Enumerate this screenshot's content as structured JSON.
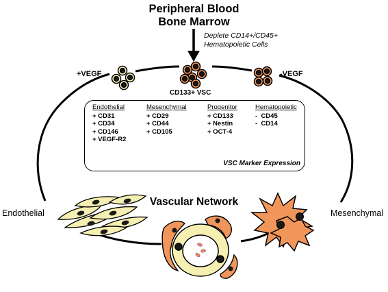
{
  "source": {
    "line1": "Peripheral Blood",
    "line2": "Bone Marrow"
  },
  "depletion_note": {
    "line1": "Deplete CD14+/CD45+",
    "line2": "Hematopoietic Cells"
  },
  "conditions": {
    "plus_vegf": "+VEGF",
    "minus_vegf": "-VEGF"
  },
  "center_cell_label": "CD133+ VSC",
  "marker_panel": {
    "title": "VSC Marker Expression",
    "columns": [
      {
        "heading": "Endothelial",
        "items": [
          "+ CD31",
          "+ CD34",
          "+ CD146",
          "+ VEGF-R2"
        ]
      },
      {
        "heading": "Mesenchymal",
        "items": [
          "+ CD29",
          "+ CD44",
          "+ CD105"
        ]
      },
      {
        "heading": "Progenitor",
        "items": [
          "+ CD133",
          "+ Nestin",
          "+ OCT-4"
        ]
      },
      {
        "heading": "Hematopoietic",
        "items": [
          "-  CD45",
          "-  CD14"
        ]
      }
    ]
  },
  "outcomes": {
    "left": "Endothelial",
    "right": "Mesenchymal",
    "center": "Vascular Network"
  },
  "colors": {
    "endothelial_fill": "#f6efb2",
    "mesenchymal_fill": "#f0965a",
    "nucleus": "#1a1a1a",
    "outline": "#000000",
    "rbc": "#e88a7a"
  }
}
